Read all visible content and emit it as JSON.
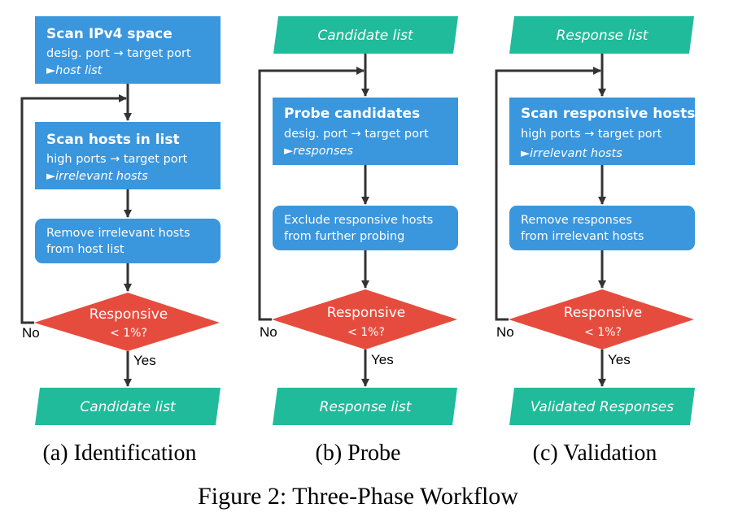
{
  "colors": {
    "process_box": "#3a96dd",
    "terminal_parallelogram": "#1fbb9a",
    "decision_diamond": "#e64c3e",
    "arrow": "#333333"
  },
  "panels": {
    "a": {
      "input": {
        "title": "Scan IPv4 space",
        "line1": "desig. port → target port",
        "output_marker": "►",
        "output": "host list"
      },
      "scan": {
        "title": "Scan hosts in list",
        "line1": "high ports → target port",
        "output_marker": "►",
        "output": "irrelevant hosts"
      },
      "filter": {
        "line1": "Remove irrelevant hosts",
        "line2": "from host list"
      },
      "decision": {
        "title": "Responsive",
        "sub": "< 1%?"
      },
      "no_label": "No",
      "yes_label": "Yes",
      "output": "Candidate list",
      "caption": "(a) Identification"
    },
    "b": {
      "input": "Candidate list",
      "scan": {
        "title": "Probe candidates",
        "line1": "desig. port → target port",
        "output_marker": "►",
        "output": "responses"
      },
      "filter": {
        "line1": "Exclude responsive hosts",
        "line2": "from further probing"
      },
      "decision": {
        "title": "Responsive",
        "sub": "< 1%?"
      },
      "no_label": "No",
      "yes_label": "Yes",
      "output": "Response list",
      "caption": "(b) Probe"
    },
    "c": {
      "input": "Response list",
      "scan": {
        "title": "Scan responsive hosts",
        "line1": "high ports → target port",
        "output_marker": "►",
        "output": "irrelevant hosts"
      },
      "filter": {
        "line1": "Remove responses",
        "line2": "from irrelevant hosts"
      },
      "decision": {
        "title": "Responsive",
        "sub": "< 1%?"
      },
      "no_label": "No",
      "yes_label": "Yes",
      "output": "Validated Responses",
      "caption": "(c) Validation"
    }
  },
  "figure_caption": "Figure 2: Three-Phase Workflow"
}
